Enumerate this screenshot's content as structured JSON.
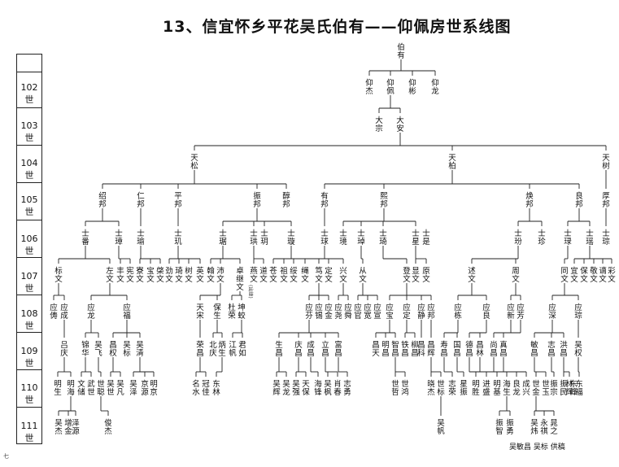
{
  "title": "13、信宜怀乡平花吴氏伯有——仰佩房世系线图",
  "page_mark": "七",
  "credit": "吴敏昌 吴标 供稿",
  "generations": [
    "102世",
    "103世",
    "104世",
    "105世",
    "106世",
    "107世",
    "108世",
    "109世",
    "110世",
    "111世"
  ],
  "small_note": "(出继)",
  "nodes": {
    "boyou": "伯有",
    "yangjie": "仰杰",
    "yangpei": "仰佩",
    "yangbin": "仰彬",
    "yanglong": "仰龙",
    "dazong": "大宗",
    "daan": "大安",
    "tiansong": "天松",
    "tianbai": "天柏",
    "tianshu": "天树",
    "shaobang": "绍邦",
    "renbang": "仁邦",
    "pingbang": "平邦",
    "zhenbang": "振邦",
    "chunbang": "醇邦",
    "youbang": "有邦",
    "xibang": "熙邦",
    "huanbang": "焕邦",
    "liangbang": "良邦",
    "houbang": "厚邦",
    "shifan": "士番",
    "shizhang": "士璋",
    "shiyu": "士瑜",
    "shigong": "士玑",
    "shiju": "士琚",
    "shihong": "士珙",
    "shiyue": "士玥",
    "shixuan": "士璇",
    "shiqiu": "士球",
    "shijing": "士璄",
    "shizhuo": "士琸",
    "shiqi": "士琦",
    "shixing": "士星",
    "shishi": "士是",
    "shifen": "士玢",
    "shizhen": "士珍",
    "shiqiu2": "士琭",
    "shiyao": "士瑶",
    "shicong": "士琮",
    "biaowen": "标文",
    "zuowen": "左文",
    "fengwen": "丰文",
    "xianwen": "宪文",
    "qiwen": "寮文",
    "baowen": "宝文",
    "jiwen": "棨文",
    "jingwen": "劲文",
    "qiwen2": "琦文",
    "shuwen": "树文",
    "yingwen": "英文",
    "hanwen": "翰文",
    "peiwen": "沛文",
    "zhuowen": "卓继文",
    "yanwen": "燕文",
    "daowen": "道文",
    "guwen": "苍文",
    "zuwen": "祖文",
    "suiwen": "绥文",
    "shengwen": "绳文",
    "dianwen": "笃文",
    "dingwen": "定文",
    "xingwen": "兴文",
    "congwen": "从文",
    "dengwen": "登文",
    "xianwen2": "显文",
    "yuanwen": "原文",
    "shuwen2": "述文",
    "zhouwen": "周文",
    "tongwen": "同文",
    "yiwen": "宜文",
    "baowen2": "保文",
    "jingwen2": "敬文",
    "lianwen": "谪文",
    "caiwen": "彩文",
    "yingchou": "应俦",
    "yingcheng": "应成",
    "yinglong": "应龙",
    "yingfu": "应福",
    "tianbao": "天宋",
    "baosheng": "保生",
    "dujian": "杜荣",
    "kunjiao": "坤蛟",
    "yingfen": "应芬",
    "yingxi": "应锡",
    "yingjin": "应金",
    "yingyao": "应尧",
    "yingshun": "应舜",
    "yingguan": "应官",
    "yingkuan": "应宽",
    "yingxuan": "应宣",
    "yingbao": "应宝",
    "yingding": "应定",
    "yingjing": "应静",
    "yingbang": "应邦",
    "yingdong": "应栋",
    "yingliang": "应良",
    "yingxin": "应新",
    "yingfang": "应芳",
    "yingshen": "应深",
    "yingcong": "应琮",
    "chang": "吕庆",
    "jinhua": "锦华",
    "wufei": "吴飞",
    "changquan": "昌权",
    "wubiao": "吴标",
    "wuqing": "吴清",
    "rongchang": "荣昌",
    "beiqing": "北庆",
    "bingsheng": "炳生",
    "jiangfan": "江帆",
    "junru": "君如",
    "shengchang": "生昌",
    "qingchang": "庆昌",
    "chengchang": "成昌",
    "lichang": "立昌",
    "fuchang": "富昌",
    "changtian": "昌天",
    "mingchang": "明昌",
    "zhichang": "智昌",
    "tiechang": "铁昌",
    "liuchang": "柳昌",
    "chengke": "昌科",
    "changhui": "昌辉",
    "shouchang": "寿昌",
    "guochang": "国昌",
    "zhongchang": "德昌",
    "changlin": "昌林",
    "shangchang": "尚昌",
    "zhenchang": "真昌",
    "minchang": "敏昌",
    "zhichang2": "志昌",
    "hongchang": "洪昌",
    "wuquan": "吴权",
    "mingsheng": "明生",
    "minghai": "明海",
    "wenchu": "文储",
    "wuwen": "武世",
    "shicong2": "世聪",
    "wuhai": "吴世",
    "wufan": "吴凡",
    "wuze": "吴泽",
    "jingyuan": "京源",
    "mingjing": "明京",
    "mingshui": "名水",
    "guanzhu": "冠佳",
    "dongsen": "东林",
    "wuhui": "吴辉",
    "wulong": "吴龙",
    "wuqiang": "吴强",
    "tianbao2": "天保",
    "haifeng": "海锋",
    "wufeng": "吴枫",
    "xiaochun": "肖春",
    "zhiyong": "志勇",
    "shizhe": "世哲",
    "shihong2": "世鸿",
    "xiaojie": "晓杰",
    "shibiao": "世标",
    "zhirong": "志荣",
    "xingzhen": "星振",
    "mingsheng2": "明胜",
    "jinsheng": "进盛",
    "mingji": "明基",
    "haishen": "海生",
    "lianglu": "良龙",
    "chengxing": "成兴",
    "shijin": "世金",
    "shiyu2": "世玉",
    "zhenzong": "振宗",
    "zhenmin": "振民",
    "dongfeng": "东峰",
    "linhui": "林辉",
    "dongfu": "东福",
    "wujie": "吴杰",
    "zengjin": "增金",
    "ziyuan": "泽源",
    "junjie": "俊杰",
    "wufan2": "吴帆",
    "zhenzhi": "振智",
    "zhenyong": "振勇",
    "wuhuo": "吴炜",
    "yongqi": "永祺",
    "xiazhi": "晁之"
  }
}
